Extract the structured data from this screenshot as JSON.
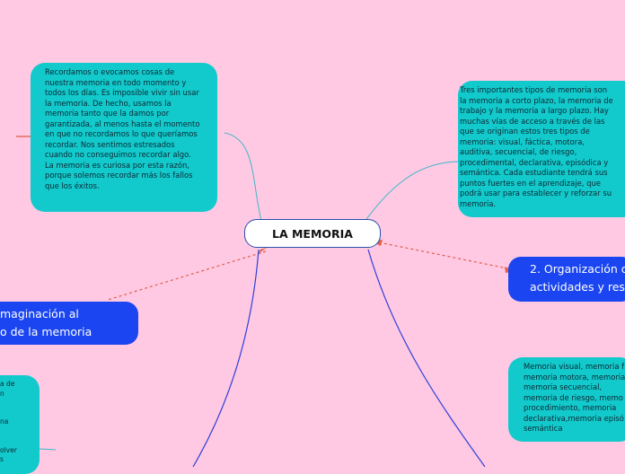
{
  "center": {
    "label": "LA MEMORIA"
  },
  "colors": {
    "background": "#ffc9e4",
    "teal_node": "#12c9cc",
    "blue_node": "#1a45f0",
    "connector_teal": "#3fb6c6",
    "connector_blue": "#2d3fd8",
    "dotted": "#e0604a"
  },
  "nodes": {
    "recall": {
      "text": "Recordamos o evocamos cosas de\nnuestra memoria en todo momento y\ntodos los días. Es imposible vivir sin usar\nla memoria. De hecho, usamos la\nmemoria tanto que la damos por\ngarantizada, al menos hasta el momento\nen que no recordamos lo que queríamos\nrecordar. Nos sentimos estresados\ncuando no conseguimos recordar algo.\nLa memoria es curiosa por esta razón,\nporque solemos recordar más los fallos\nque los éxitos."
    },
    "types": {
      "text": " Tres importantes tipos de memoria son\nla memoria a corto plazo, la memoria de\ntrabajo y la memoria a largo plazo. Hay\nmuchas vías de acceso a través de las\nque se originan estos tres tipos de\nmemoria: visual, fáctica, motora,\nauditiva, secuencial, de riesgo,\nprocedimental, declarativa, episódica y\nsemántica. Cada estudiante tendrá sus\npuntos fuertes en el aprendizaje, que\npodrá usar para establecer y reforzar su\nmemoria."
    },
    "organization": {
      "text": "2. Organización d\nactividades y resp"
    },
    "imagination": {
      "text": "maginación al\no de la memoria"
    },
    "list": {
      "text": "Memoria visual, memoria f\nmemoria motora, memoria\nmemoria secuencial,\nmemoria de riesgo, memo\nprocedimiento, memoria\ndeclarativa,memoria episó\nsemántica"
    },
    "partial_left": {
      "text": "a de\nn\n\n\nna\n\n\nolver\ns"
    }
  }
}
